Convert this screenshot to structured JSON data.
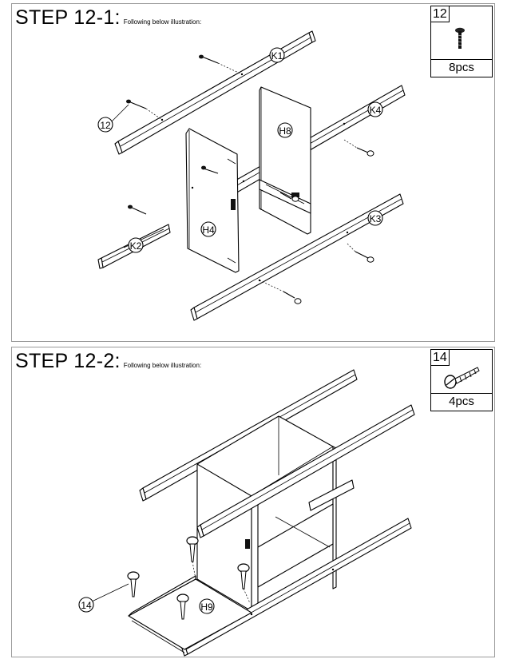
{
  "steps": [
    {
      "title": "STEP 12-1:",
      "subtitle": "Following below illustration:",
      "part": {
        "number": "12",
        "quantity": "8pcs",
        "icon": "bolt-icon"
      },
      "labels": {
        "k1": "K1",
        "k2": "K2",
        "k3": "K3",
        "k4": "K4",
        "h4": "H4",
        "h8": "H8",
        "screw": "12"
      }
    },
    {
      "title": "STEP 12-2:",
      "subtitle": "Following below illustration:",
      "part": {
        "number": "14",
        "quantity": "4pcs",
        "icon": "wood-screw-icon"
      },
      "labels": {
        "h9": "H9",
        "screw": "14"
      }
    }
  ]
}
